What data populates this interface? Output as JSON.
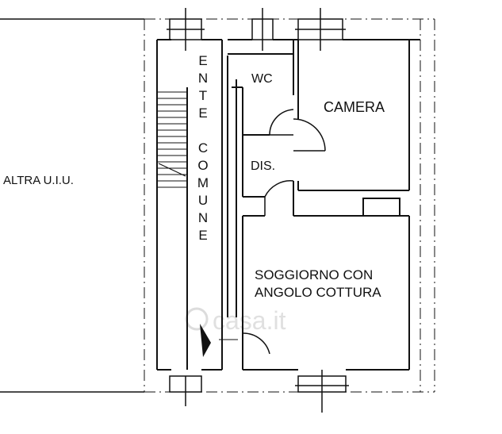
{
  "plan": {
    "labels": {
      "neighbor": "ALTRA U.I.U.",
      "wc": "WC",
      "camera": "CAMERA",
      "dis": "DIS.",
      "common": "ENTE COMUNE",
      "living_line1": "SOGGIORNO CON",
      "living_line2": "ANGOLO COTTURA"
    },
    "watermark": "casa.it",
    "colors": {
      "wall": "#111111",
      "background": "#ffffff",
      "watermark": "#d9d9d9"
    }
  }
}
